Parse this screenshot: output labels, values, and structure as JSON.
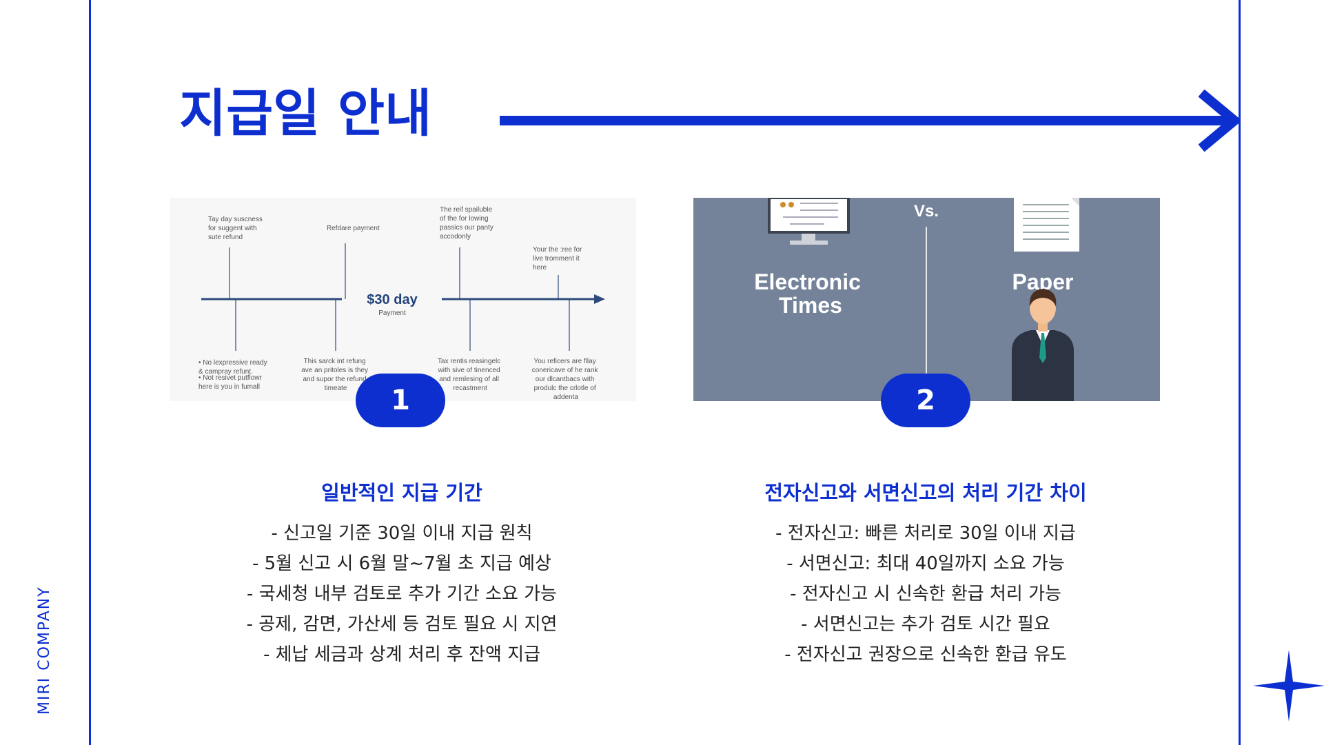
{
  "brand": "MIRI COMPANY",
  "title": "지급일 안내",
  "colors": {
    "accent": "#0d2fd0"
  },
  "timeline_image": {
    "top_notes": [
      [
        "Tay day suscness",
        "for suggent with",
        "sute refund"
      ],
      [
        "Refdare payment"
      ],
      [
        "The reif spailuble",
        "of the for lowing",
        "passics our panty",
        "accodonly"
      ],
      [
        "Your the :ree for",
        "live tromment it",
        "here"
      ]
    ],
    "center_value": "$30 day",
    "center_label": "Payment",
    "bottom_notes": [
      [
        "• No lexpressive ready",
        "  & campray refunt.",
        "",
        "• Not resivet putflowr",
        "  here is you in fumall"
      ],
      [
        "This sarck int refung",
        "ave an pritoles is they",
        "and supor the refund",
        "timeate"
      ],
      [
        "Tax rentis reasingelc",
        "with sive of tinenced",
        "and remlesing of all",
        "recastment"
      ],
      [
        "You reficers are fllay",
        "conericave of he rank",
        "our dlcantbacs with",
        "produlc the crlotle of",
        "addenta"
      ]
    ]
  },
  "comparison_image": {
    "vs": "Vs.",
    "left_label": [
      "Electronic",
      "Times"
    ],
    "right_label": "Paper"
  },
  "columns": [
    {
      "badge": "1",
      "title": "일반적인 지급 기간",
      "bullets": [
        "- 신고일 기준 30일 이내 지급 원칙",
        "- 5월 신고 시 6월 말~7월 초 지급 예상",
        "- 국세청 내부 검토로 추가 기간 소요 가능",
        "- 공제, 감면, 가산세 등 검토 필요 시 지연",
        "- 체납 세금과 상계 처리 후 잔액 지급"
      ]
    },
    {
      "badge": "2",
      "title": "전자신고와 서면신고의 처리 기간 차이",
      "bullets": [
        "- 전자신고: 빠른 처리로 30일 이내 지급",
        "- 서면신고: 최대 40일까지 소요 가능",
        "- 전자신고 시 신속한 환급 처리 가능",
        "- 서면신고는 추가 검토 시간 필요",
        "- 전자신고 권장으로 신속한 환급 유도"
      ]
    }
  ]
}
